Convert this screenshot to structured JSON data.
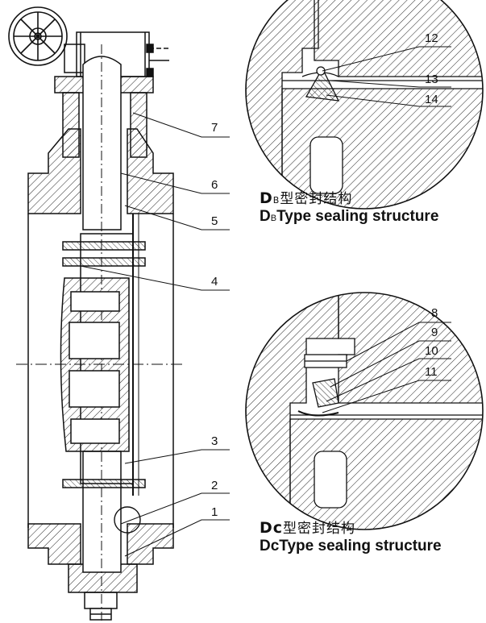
{
  "part_numbers": [
    "1",
    "2",
    "3",
    "4",
    "5",
    "6",
    "7",
    "8",
    "9",
    "10",
    "11",
    "12",
    "13",
    "14"
  ],
  "captions": {
    "db": {
      "zh_prefix": "D",
      "zh_sub": "B",
      "zh_text": "型密封结构",
      "en_prefix": "D",
      "en_sub": "B",
      "en_text": "Type sealing structure"
    },
    "dc": {
      "zh_prefix": "Dc",
      "zh_text": "型密封结构",
      "en_prefix": "Dc",
      "en_text": "Type sealing structure"
    }
  }
}
